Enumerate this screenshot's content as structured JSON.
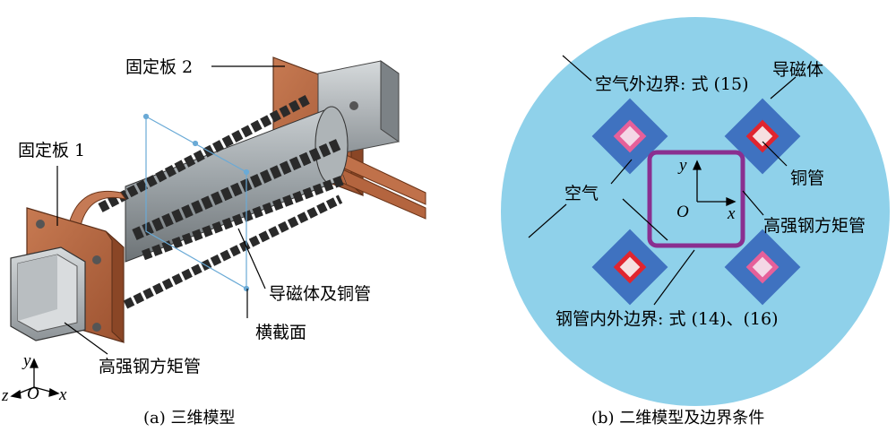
{
  "panel_a": {
    "caption": "(a)  三维模型",
    "labels": {
      "fixed_plate_2": "固定板 2",
      "fixed_plate_1": "固定板 1",
      "magnet_copper": "导磁体及铜管",
      "cross_section": "横截面",
      "steel_tube": "高强钢方矩管"
    },
    "axes": {
      "y": "y",
      "z": "z",
      "o": "O",
      "x": "x"
    }
  },
  "panel_b": {
    "caption": "(b)  二维模型及边界条件",
    "labels": {
      "air_outer": "空气外边界: 式 (15)",
      "magnet": "导磁体",
      "copper": "铜管",
      "air": "空气",
      "steel_tube": "高强钢方矩管",
      "copper_boundary": "钢管内外边界: 式 (14)、(16)"
    },
    "axes": {
      "y": "y",
      "o": "O",
      "x": "x"
    }
  },
  "colors": {
    "air": "#8fd1ea",
    "magnet": "#3f72c0",
    "copper_red": "#e0252f",
    "copper_pink": "#e6609a",
    "steel_purple": "#8a2f90",
    "copper_plate": "#b5663e",
    "steel_grey": "#8e9498"
  }
}
